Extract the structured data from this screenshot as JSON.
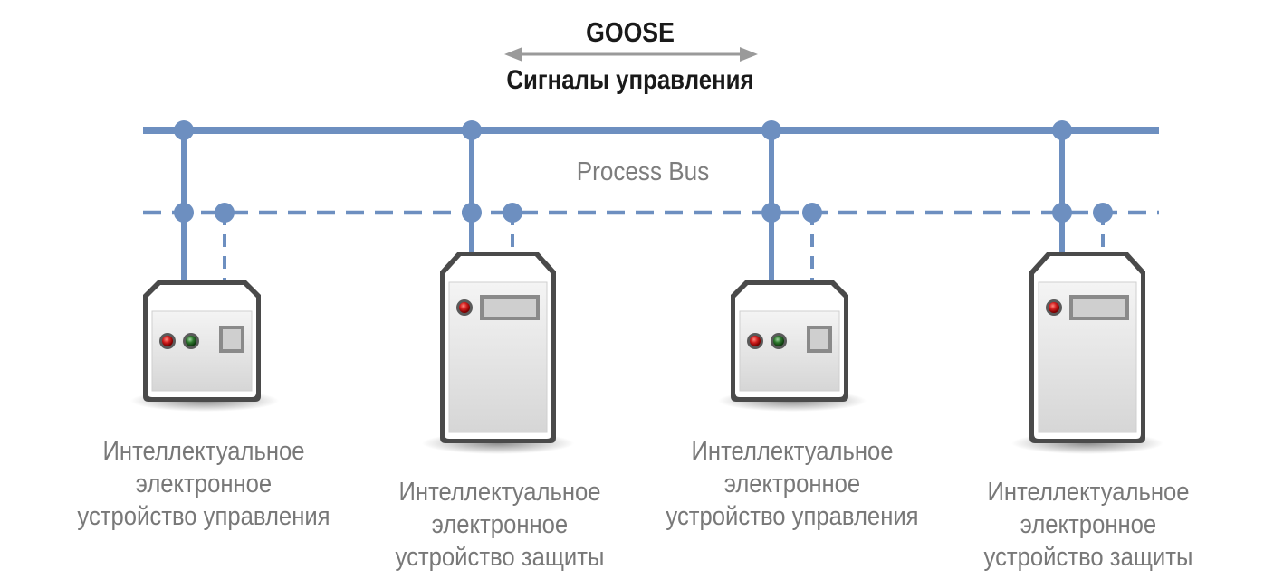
{
  "header": {
    "goose": "GOOSE",
    "signals": "Сигналы управления"
  },
  "bus": {
    "label": "Process Bus"
  },
  "devices": [
    {
      "line1": "Интеллектуальное",
      "line2": "электронное",
      "line3": "устройство управления"
    },
    {
      "line1": "Интеллектуальное",
      "line2": "электронное",
      "line3": "устройство защиты"
    },
    {
      "line1": "Интеллектуальное",
      "line2": "электронное",
      "line3": "устройство управления"
    },
    {
      "line1": "Интеллектуальное",
      "line2": "электронное",
      "line3": "устройство защиты"
    }
  ],
  "colors": {
    "bus": "#6d8fc0",
    "arrow": "#9a9a9a",
    "led_red": "#d42020",
    "led_green": "#2f7a2f",
    "device_body": "#e2e2e2"
  }
}
